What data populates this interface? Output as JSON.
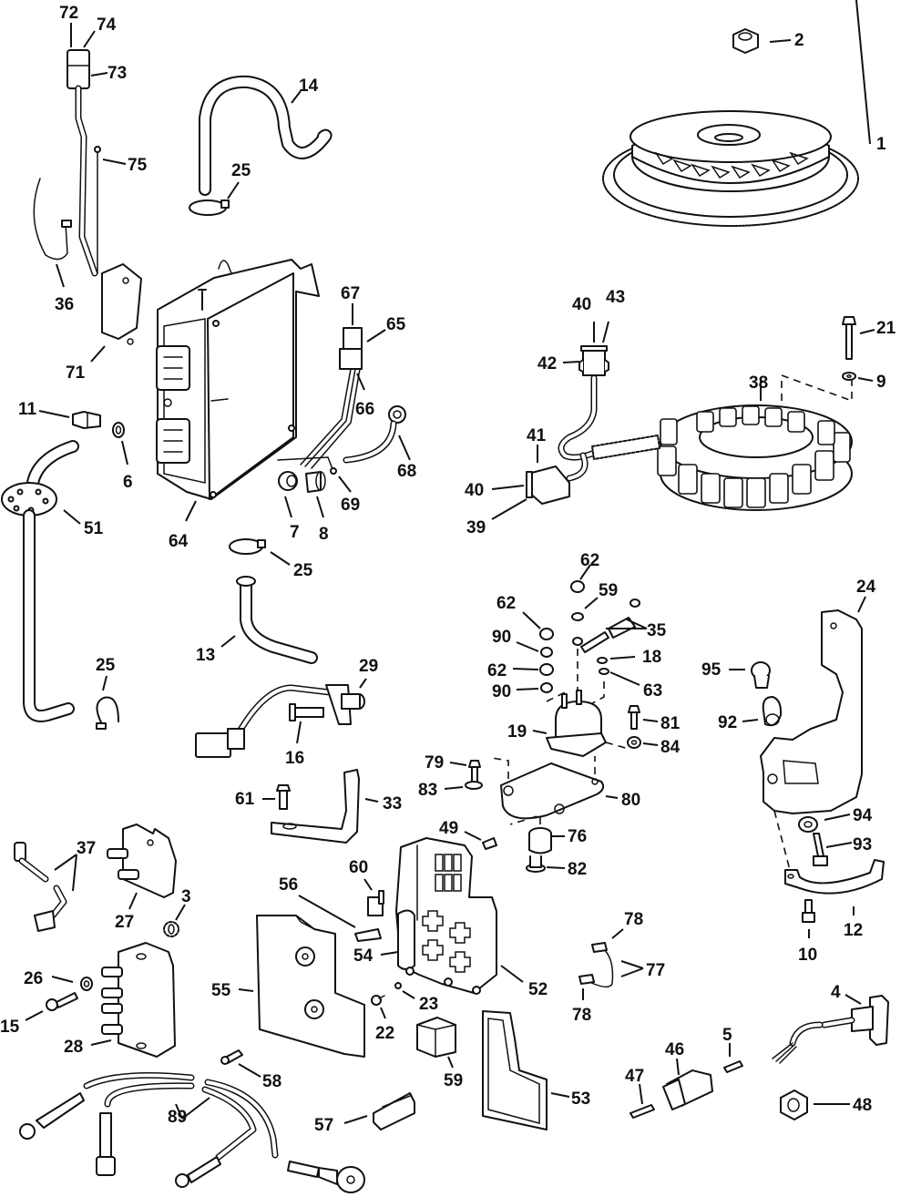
{
  "diagram": {
    "title": "Exploded parts diagram - ignition / electrical components",
    "ink_color": "#111111",
    "background_color": "#ffffff",
    "parts": [
      {
        "id": "flywheel",
        "callouts": [
          "1"
        ]
      },
      {
        "id": "flywheel-nut",
        "callouts": [
          "2"
        ]
      },
      {
        "id": "lockwasher",
        "callouts": [
          "3"
        ]
      },
      {
        "id": "trim-sender",
        "callouts": [
          "4"
        ]
      },
      {
        "id": "terminal-pin",
        "callouts": [
          "5"
        ]
      },
      {
        "id": "washer",
        "callouts": [
          "6"
        ]
      },
      {
        "id": "grommet",
        "callouts": [
          "7"
        ]
      },
      {
        "id": "sleeve",
        "callouts": [
          "8"
        ]
      },
      {
        "id": "stator-washer",
        "callouts": [
          "9"
        ]
      },
      {
        "id": "bracket-screw",
        "callouts": [
          "10"
        ]
      },
      {
        "id": "hose-fitting",
        "callouts": [
          "11"
        ]
      },
      {
        "id": "clamp-bracket",
        "callouts": [
          "12"
        ]
      },
      {
        "id": "hose-short",
        "callouts": [
          "13"
        ]
      },
      {
        "id": "hose-long",
        "callouts": [
          "14"
        ]
      },
      {
        "id": "coil-screw",
        "callouts": [
          "15"
        ]
      },
      {
        "id": "sensor-screw",
        "callouts": [
          "16"
        ]
      },
      {
        "id": "small-nut",
        "callouts": [
          "18"
        ]
      },
      {
        "id": "solenoid",
        "callouts": [
          "19"
        ]
      },
      {
        "id": "stator-screw",
        "callouts": [
          "21"
        ]
      },
      {
        "id": "fuse-box-screw",
        "callouts": [
          "22"
        ]
      },
      {
        "id": "fuse-box-nut",
        "callouts": [
          "23"
        ]
      },
      {
        "id": "ground-bracket",
        "callouts": [
          "24"
        ]
      },
      {
        "id": "tie-strap",
        "callouts": [
          "25",
          "25",
          "25"
        ]
      },
      {
        "id": "coil-washer",
        "callouts": [
          "26"
        ]
      },
      {
        "id": "ignition-coil-upper",
        "callouts": [
          "27"
        ]
      },
      {
        "id": "ignition-coil-lower",
        "callouts": [
          "28"
        ]
      },
      {
        "id": "crank-position-sensor",
        "callouts": [
          "29"
        ]
      },
      {
        "id": "solenoid-bracket",
        "callouts": [
          "33"
        ]
      },
      {
        "id": "solenoid-lead",
        "callouts": [
          "35"
        ]
      },
      {
        "id": "tie-strap-long",
        "callouts": [
          "36"
        ]
      },
      {
        "id": "spark-plug-lead",
        "callouts": [
          "37"
        ]
      },
      {
        "id": "stator",
        "callouts": [
          "38"
        ]
      },
      {
        "id": "stator-connector-body",
        "callouts": [
          "39"
        ]
      },
      {
        "id": "connector-seal",
        "callouts": [
          "40",
          "40"
        ]
      },
      {
        "id": "connector-lock-lower",
        "callouts": [
          "41"
        ]
      },
      {
        "id": "connector-lock-upper",
        "callouts": [
          "42"
        ]
      },
      {
        "id": "connector-cap",
        "callouts": [
          "43"
        ]
      },
      {
        "id": "connector-housing",
        "callouts": [
          "46"
        ]
      },
      {
        "id": "connector-pin",
        "callouts": [
          "47"
        ]
      },
      {
        "id": "sender-nut",
        "callouts": [
          "48"
        ]
      },
      {
        "id": "fuse-box-stud",
        "callouts": [
          "49"
        ]
      },
      {
        "id": "water-sensor-plate",
        "callouts": [
          "51"
        ]
      },
      {
        "id": "fuse-box",
        "callouts": [
          "52"
        ]
      },
      {
        "id": "fuse-box-seal",
        "callouts": [
          "53"
        ]
      },
      {
        "id": "fuse-box-latch",
        "callouts": [
          "54"
        ]
      },
      {
        "id": "fuse-box-cover",
        "callouts": [
          "55"
        ]
      },
      {
        "id": "fuse-small",
        "callouts": [
          "56"
        ]
      },
      {
        "id": "fuse-puller",
        "callouts": [
          "57"
        ]
      },
      {
        "id": "cover-screw",
        "callouts": [
          "58"
        ]
      },
      {
        "id": "relay",
        "callouts": [
          "59"
        ]
      },
      {
        "id": "lockwasher-solenoid",
        "callouts": [
          "59"
        ]
      },
      {
        "id": "fuse-large",
        "callouts": [
          "60"
        ]
      },
      {
        "id": "bracket-bolt",
        "callouts": [
          "61"
        ]
      },
      {
        "id": "hex-nut",
        "callouts": [
          "62",
          "62",
          "62"
        ]
      },
      {
        "id": "lockwasher-small",
        "callouts": [
          "63"
        ]
      },
      {
        "id": "emm-module",
        "callouts": [
          "64"
        ]
      },
      {
        "id": "harness-connector",
        "callouts": [
          "65"
        ]
      },
      {
        "id": "harness-wires",
        "callouts": [
          "66"
        ]
      },
      {
        "id": "harness-plug",
        "callouts": [
          "67"
        ]
      },
      {
        "id": "ground-lead",
        "callouts": [
          "68"
        ]
      },
      {
        "id": "ground-terminal",
        "callouts": [
          "69"
        ]
      },
      {
        "id": "sensor-housing",
        "callouts": [
          "71"
        ]
      },
      {
        "id": "sensor-connector",
        "callouts": [
          "72"
        ]
      },
      {
        "id": "sensor-connector-body",
        "callouts": [
          "73"
        ]
      },
      {
        "id": "sensor-connector-lock",
        "callouts": [
          "74"
        ]
      },
      {
        "id": "sensor-lead",
        "callouts": [
          "75"
        ]
      },
      {
        "id": "mount-grommet",
        "callouts": [
          "76"
        ]
      },
      {
        "id": "jumper-lead",
        "callouts": [
          "77"
        ]
      },
      {
        "id": "jumper-terminal",
        "callouts": [
          "78",
          "78"
        ]
      },
      {
        "id": "plate-screw",
        "callouts": [
          "79"
        ]
      },
      {
        "id": "solenoid-plate",
        "callouts": [
          "80"
        ]
      },
      {
        "id": "solenoid-screw",
        "callouts": [
          "81"
        ]
      },
      {
        "id": "grommet-sleeve",
        "callouts": [
          "82"
        ]
      },
      {
        "id": "plate-washer",
        "callouts": [
          "83"
        ]
      },
      {
        "id": "solenoid-washer",
        "callouts": [
          "84"
        ]
      },
      {
        "id": "battery-cables",
        "callouts": [
          "89"
        ]
      },
      {
        "id": "flat-washer",
        "callouts": [
          "90",
          "90"
        ]
      },
      {
        "id": "bracket-grommet",
        "callouts": [
          "92"
        ]
      },
      {
        "id": "bracket-bolt-lower",
        "callouts": [
          "93"
        ]
      },
      {
        "id": "bracket-washer",
        "callouts": [
          "94"
        ]
      },
      {
        "id": "bracket-sleeve",
        "callouts": [
          "95"
        ]
      }
    ]
  },
  "labels": {
    "l1": "1",
    "l2": "2",
    "l3": "3",
    "l4": "4",
    "l5": "5",
    "l6": "6",
    "l7": "7",
    "l8": "8",
    "l9": "9",
    "l10": "10",
    "l11": "11",
    "l12": "12",
    "l13": "13",
    "l14": "14",
    "l15": "15",
    "l16": "16",
    "l18": "18",
    "l19": "19",
    "l21": "21",
    "l22": "22",
    "l23": "23",
    "l24": "24",
    "l25a": "25",
    "l25b": "25",
    "l25c": "25",
    "l26": "26",
    "l27": "27",
    "l28": "28",
    "l29": "29",
    "l33": "33",
    "l35": "35",
    "l36": "36",
    "l37": "37",
    "l38": "38",
    "l39": "39",
    "l40a": "40",
    "l40b": "40",
    "l41": "41",
    "l42": "42",
    "l43": "43",
    "l46": "46",
    "l47": "47",
    "l48": "48",
    "l49": "49",
    "l51": "51",
    "l52": "52",
    "l53": "53",
    "l54": "54",
    "l55": "55",
    "l56": "56",
    "l57": "57",
    "l58": "58",
    "l59a": "59",
    "l59b": "59",
    "l60": "60",
    "l61": "61",
    "l62a": "62",
    "l62b": "62",
    "l62c": "62",
    "l63": "63",
    "l64": "64",
    "l65": "65",
    "l66": "66",
    "l67": "67",
    "l68": "68",
    "l69": "69",
    "l71": "71",
    "l72": "72",
    "l73": "73",
    "l74": "74",
    "l75": "75",
    "l76": "76",
    "l77": "77",
    "l78a": "78",
    "l78b": "78",
    "l79": "79",
    "l80": "80",
    "l81": "81",
    "l82": "82",
    "l83": "83",
    "l84": "84",
    "l89": "89",
    "l90a": "90",
    "l90b": "90",
    "l92": "92",
    "l93": "93",
    "l94": "94",
    "l95": "95"
  }
}
